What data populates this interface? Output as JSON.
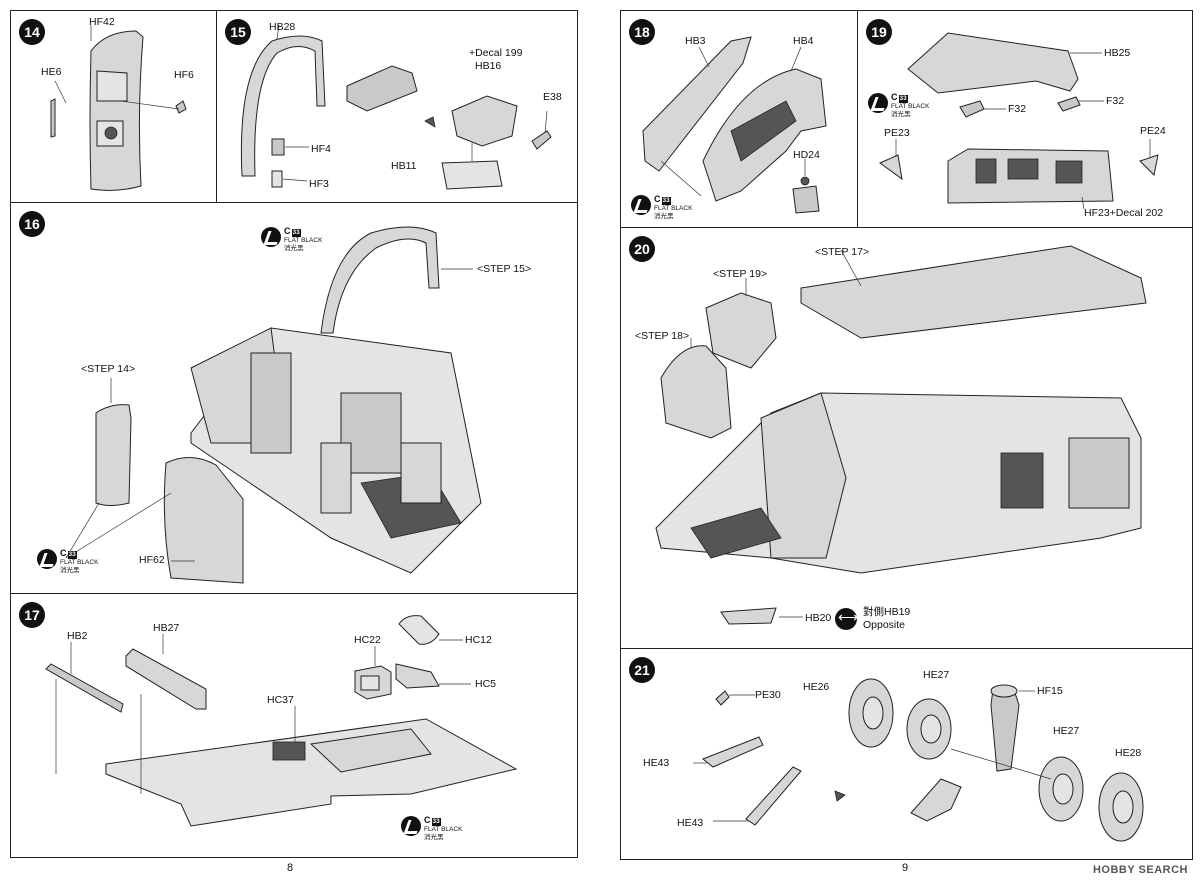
{
  "pages": {
    "left": "8",
    "right": "9"
  },
  "watermark": "HOBBY SEARCH",
  "paint": {
    "code": "C",
    "num": "33",
    "name": "FLAT BLACK",
    "cn": "消光黑"
  },
  "steps": {
    "s14": {
      "num": "14",
      "labels": {
        "hf42": "HF42",
        "he6": "HE6",
        "hf6": "HF6"
      }
    },
    "s15": {
      "num": "15",
      "labels": {
        "hb28": "HB28",
        "decal": "+Decal 199",
        "hb16": "HB16",
        "e38": "E38",
        "hf4": "HF4",
        "hb11": "HB11",
        "hf3": "HF3"
      }
    },
    "s16": {
      "num": "16",
      "labels": {
        "step15": "<STEP 15>",
        "step14": "<STEP 14>",
        "hf62": "HF62"
      }
    },
    "s17": {
      "num": "17",
      "labels": {
        "hb2": "HB2",
        "hb27": "HB27",
        "hc22": "HC22",
        "hc12": "HC12",
        "hc5": "HC5",
        "hc37": "HC37"
      }
    },
    "s18": {
      "num": "18",
      "labels": {
        "hb3": "HB3",
        "hb4": "HB4",
        "hd24": "HD24"
      }
    },
    "s19": {
      "num": "19",
      "labels": {
        "hb25": "HB25",
        "f32a": "F32",
        "f32b": "F32",
        "pe23": "PE23",
        "pe24": "PE24",
        "hf23": "HF23+Decal 202"
      }
    },
    "s20": {
      "num": "20",
      "labels": {
        "step17": "<STEP 17>",
        "step19": "<STEP 19>",
        "step18": "<STEP 18>",
        "hb20": "HB20",
        "opp_cn": "對側HB19",
        "opp_en": "Opposite"
      }
    },
    "s21": {
      "num": "21",
      "labels": {
        "pe30": "PE30",
        "he26": "HE26",
        "he27a": "HE27",
        "hf15": "HF15",
        "he43a": "HE43",
        "he43b": "HE43",
        "he27b": "HE27",
        "he28": "HE28"
      }
    }
  }
}
